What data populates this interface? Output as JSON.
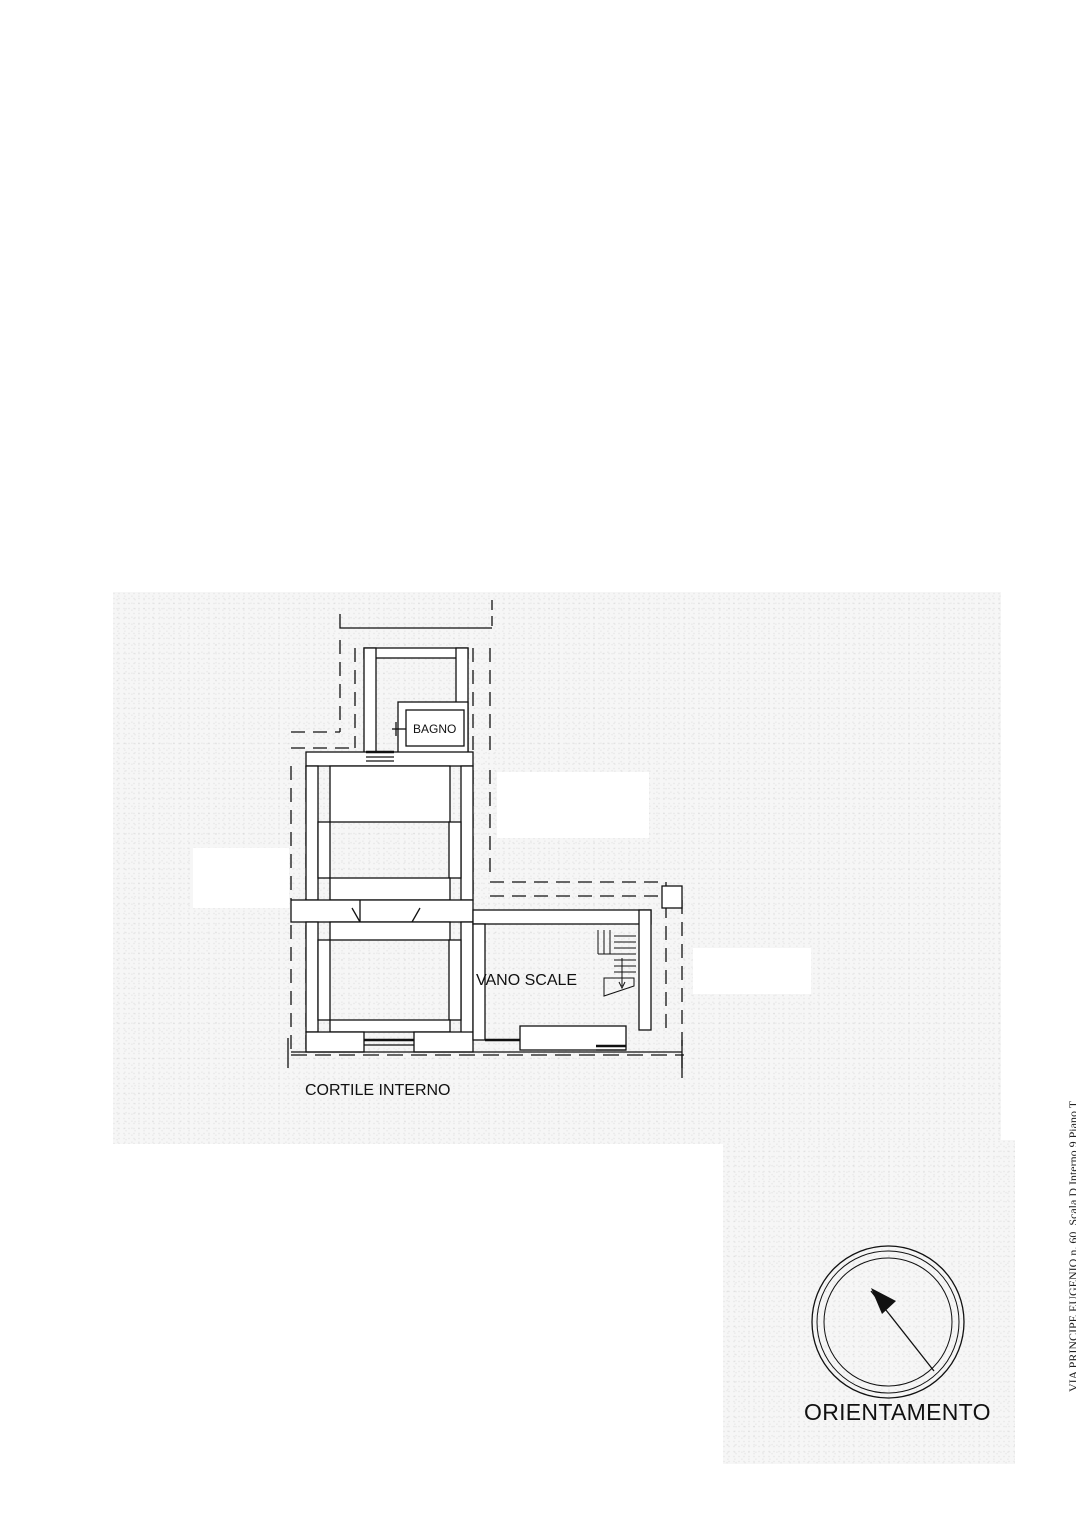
{
  "plan": {
    "room_labels": {
      "bathroom": "BAGNO",
      "stairwell": "VANO SCALE"
    },
    "courtyard_label": "CORTILE INTERNO"
  },
  "compass": {
    "label": "ORIENTAMENTO",
    "icon": "north-arrow-icon"
  },
  "side_caption": "VIA PRINCIPE EUGENIO n. 60, Scala D Interno 9 Piano T",
  "colors": {
    "ink": "#111111",
    "wall_fill": "#ffffff",
    "paper": "#ffffff",
    "speckle": "#f6f6f6"
  }
}
